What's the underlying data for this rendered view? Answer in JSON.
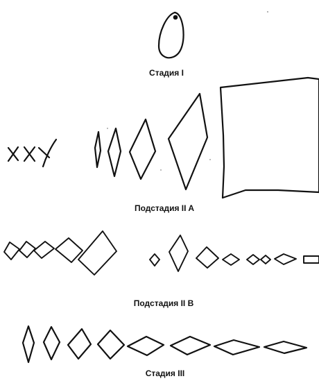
{
  "captions": {
    "stage_1": "Стадия I",
    "substage_2a": "Подстадия II A",
    "substage_2b": "Подстадия II B",
    "stage_3": "Стадия III"
  },
  "colors": {
    "line": "#111111",
    "background": "#ffffff"
  }
}
